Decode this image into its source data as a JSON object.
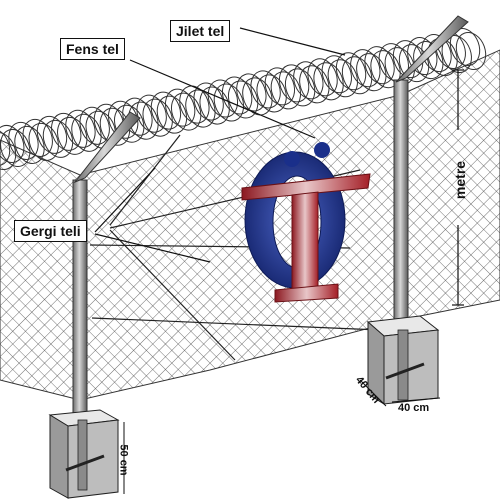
{
  "labels": {
    "barbed_wire": "Jilet tel",
    "fence_wire": "Fens tel",
    "tension_wire": "Gergi teli",
    "height_unit": "metre"
  },
  "dimensions": {
    "left_footing_height": "50 cm",
    "right_footing_depth": "40 cm",
    "right_footing_width": "40 cm"
  },
  "logo": {
    "text": "ÖT",
    "colors": {
      "o": "#1a2f8a",
      "t": "#b8242c",
      "dots": "#1a2f8a"
    }
  }
}
